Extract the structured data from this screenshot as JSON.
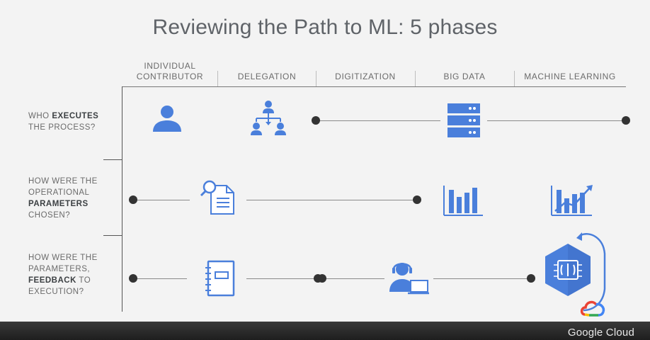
{
  "title": "Reviewing the Path to ML: 5 phases",
  "columns": [
    {
      "line1": "INDIVIDUAL",
      "line2": "CONTRIBUTOR"
    },
    {
      "line1": "",
      "line2": "DELEGATION"
    },
    {
      "line1": "",
      "line2": "DIGITIZATION"
    },
    {
      "line1": "",
      "line2": "BIG DATA"
    },
    {
      "line1": "",
      "line2": "MACHINE LEARNING"
    }
  ],
  "rows": [
    {
      "pre": "WHO ",
      "bold": "EXECUTES",
      "post": "",
      "line2": "THE PROCESS?",
      "line3": "",
      "line4": ""
    },
    {
      "pre": "HOW WERE THE",
      "bold": "",
      "post": "",
      "line2": "OPERATIONAL",
      "line3b": "PARAMETERS",
      "line4": "CHOSEN?"
    },
    {
      "pre": "HOW WERE THE",
      "bold": "",
      "post": "",
      "line2": "PARAMETERS,",
      "line3b": "FEEDBACK",
      "line3post": " TO",
      "line4": "EXECUTION?"
    }
  ],
  "brand": "Google Cloud",
  "colors": {
    "icon_blue": "#4a7fdb",
    "line_dark": "#333333",
    "background": "#f3f3f3"
  },
  "icons": [
    "person-icon",
    "org-chart-icon",
    "server-stack-icon",
    "document-search-icon",
    "bar-chart-icon",
    "bar-chart-trend-icon",
    "notebook-icon",
    "support-agent-icon",
    "ml-brain-chip-icon",
    "google-cloud-logo-icon"
  ]
}
